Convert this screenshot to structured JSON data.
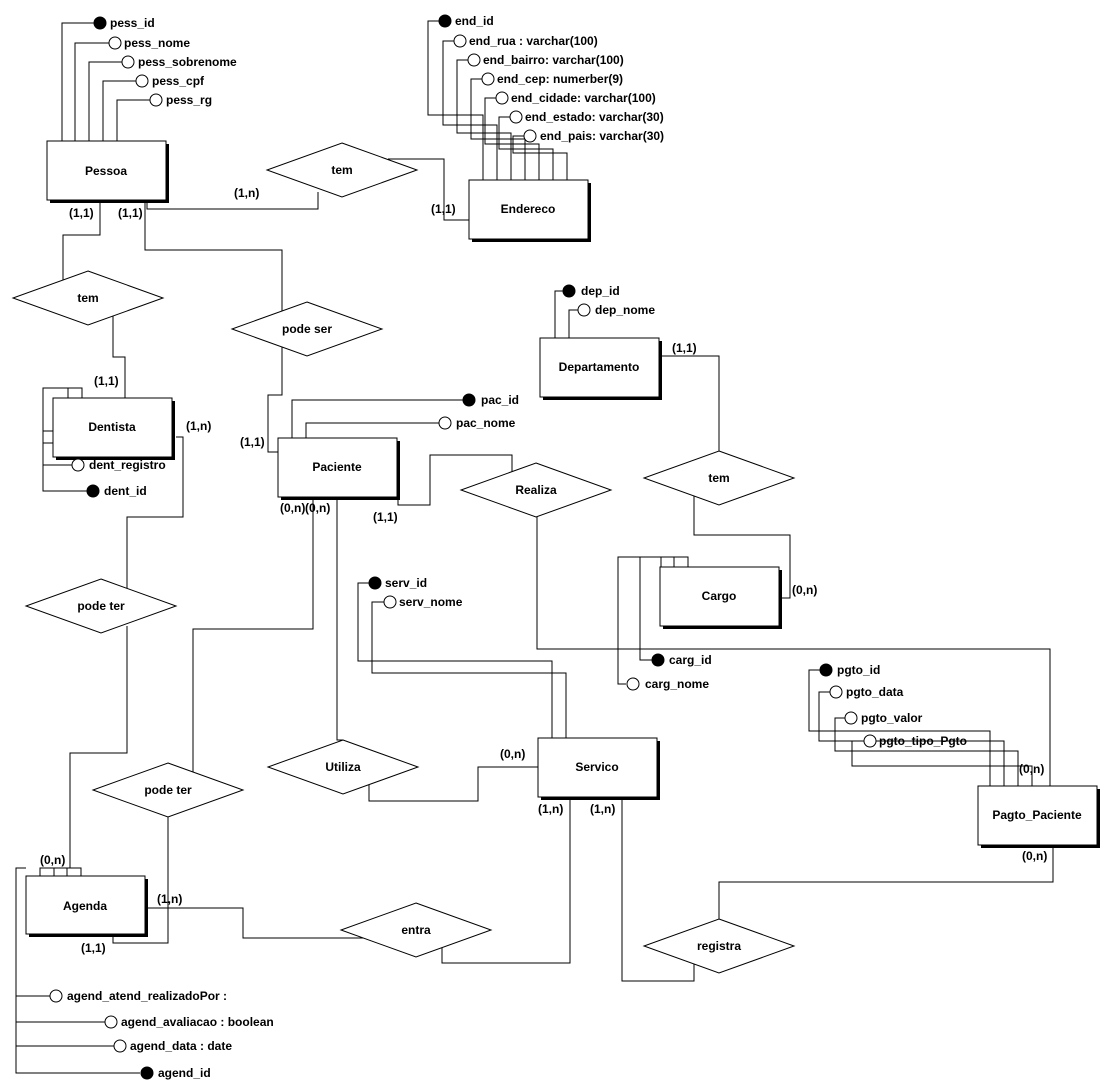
{
  "entities": {
    "pessoa": "Pessoa",
    "endereco": "Endereco",
    "dentista": "Dentista",
    "paciente": "Paciente",
    "departamento": "Departamento",
    "cargo": "Cargo",
    "servico": "Servico",
    "pagto_paciente": "Pagto_Paciente",
    "agenda": "Agenda"
  },
  "relationships": {
    "tem_pessoa_endereco": "tem",
    "tem_pessoa_dentista": "tem",
    "pode_ser": "pode ser",
    "tem_departamento_cargo": "tem",
    "realiza": "Realiza",
    "pode_ter_dentista": "pode ter",
    "pode_ter_paciente": "pode ter",
    "utiliza": "Utiliza",
    "entra": "entra",
    "registra": "registra"
  },
  "attributes": {
    "pessoa": [
      "pess_id",
      "pess_nome",
      "pess_sobrenome",
      "pess_cpf",
      "pess_rg"
    ],
    "endereco": [
      "end_id",
      "end_rua : varchar(100)",
      "end_bairro: varchar(100)",
      "end_cep: numerber(9)",
      "end_cidade: varchar(100)",
      "end_estado: varchar(30)",
      "end_pais: varchar(30)"
    ],
    "departamento": [
      "dep_id",
      "dep_nome"
    ],
    "paciente": [
      "pac_id",
      "pac_nome"
    ],
    "dentista": [
      "dent_registro",
      "dent_id"
    ],
    "servico": [
      "serv_id",
      "serv_nome"
    ],
    "cargo": [
      "carg_id",
      "carg_nome"
    ],
    "pagto_paciente": [
      "pgto_id",
      "pgto_data",
      "pgto_valor",
      "pgto_tipo_Pgto"
    ],
    "agenda": [
      "agend_atend_realizadoPor :",
      "agend_avaliacao : boolean",
      "agend_data : date",
      "agend_id"
    ]
  },
  "cardinalities": {
    "pessoa_tem_endereco": "(1,n)",
    "endereco_tem": "(1,1)",
    "pessoa_tem_dentista": "(1,1)",
    "pessoa_pode_ser": "(1,1)",
    "dentista_tem": "(1,1)",
    "paciente_pode_ser": "(1,1)",
    "dentista_pode_ter": "(1,n)",
    "departamento_tem": "(1,1)",
    "cargo_tem": "(0,n)",
    "paciente_pode_ter": "(0,n)",
    "paciente_utiliza": "(0,n)",
    "paciente_realiza": "(1,1)",
    "servico_utiliza": "(0,n)",
    "servico_entra": "(1,n)",
    "servico_registra": "(1,n)",
    "pagto_realiza": "(0,n)",
    "pagto_registra": "(0,n)",
    "agenda_pode_ter_dentista": "(0,n)",
    "agenda_entra": "(1,n)",
    "agenda_pode_ter_paciente": "(1,1)"
  }
}
